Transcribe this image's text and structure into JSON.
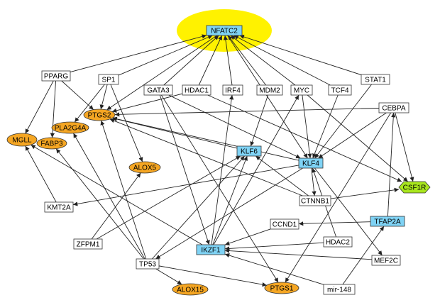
{
  "colors": {
    "highlight": "#FFF200",
    "blue_node": "#7FD3F5",
    "orange_node": "#F5A623",
    "green_node": "#A8E61D",
    "white_node": "#FFFFFF",
    "edge": "#222222"
  },
  "nodes": [
    {
      "id": "NFATC2",
      "label": "NFATC2",
      "kind": "blue",
      "shape": "rect"
    },
    {
      "id": "PPARG",
      "label": "PPARG",
      "kind": "white",
      "shape": "rect"
    },
    {
      "id": "SP1",
      "label": "SP1",
      "kind": "white",
      "shape": "rect"
    },
    {
      "id": "GATA3",
      "label": "GATA3",
      "kind": "white",
      "shape": "rect"
    },
    {
      "id": "HDAC1",
      "label": "HDAC1",
      "kind": "white",
      "shape": "rect"
    },
    {
      "id": "IRF4",
      "label": "IRF4",
      "kind": "white",
      "shape": "rect"
    },
    {
      "id": "MDM2",
      "label": "MDM2",
      "kind": "white",
      "shape": "rect"
    },
    {
      "id": "MYC",
      "label": "MYC",
      "kind": "white",
      "shape": "rect"
    },
    {
      "id": "TCF4",
      "label": "TCF4",
      "kind": "white",
      "shape": "rect"
    },
    {
      "id": "STAT1",
      "label": "STAT1",
      "kind": "white",
      "shape": "rect"
    },
    {
      "id": "CEBPA",
      "label": "CEBPA",
      "kind": "white",
      "shape": "rect"
    },
    {
      "id": "PTGS2",
      "label": "PTGS2",
      "kind": "orange",
      "shape": "ellipse"
    },
    {
      "id": "PLA2G4A",
      "label": "PLA2G4A",
      "kind": "orange",
      "shape": "ellipse"
    },
    {
      "id": "MGLL",
      "label": "MGLL",
      "kind": "orange",
      "shape": "ellipse"
    },
    {
      "id": "FABP3",
      "label": "FABP3",
      "kind": "orange",
      "shape": "ellipse"
    },
    {
      "id": "KLF6",
      "label": "KLF6",
      "kind": "blue",
      "shape": "rect"
    },
    {
      "id": "KLF4",
      "label": "KLF4",
      "kind": "blue",
      "shape": "rect"
    },
    {
      "id": "ALOX5",
      "label": "ALOX5",
      "kind": "orange",
      "shape": "ellipse"
    },
    {
      "id": "CSF1R",
      "label": "CSF1R",
      "kind": "green",
      "shape": "hexagon"
    },
    {
      "id": "KMT2A",
      "label": "KMT2A",
      "kind": "white",
      "shape": "rect"
    },
    {
      "id": "CTNNB1",
      "label": "CTNNB1",
      "kind": "white",
      "shape": "rect"
    },
    {
      "id": "TFAP2A",
      "label": "TFAP2A",
      "kind": "blue",
      "shape": "rect"
    },
    {
      "id": "CCND1",
      "label": "CCND1",
      "kind": "white",
      "shape": "rect"
    },
    {
      "id": "ZFPM1",
      "label": "ZFPM1",
      "kind": "white",
      "shape": "rect"
    },
    {
      "id": "IKZF1",
      "label": "IKZF1",
      "kind": "blue",
      "shape": "rect"
    },
    {
      "id": "HDAC2",
      "label": "HDAC2",
      "kind": "white",
      "shape": "rect"
    },
    {
      "id": "TP53",
      "label": "TP53",
      "kind": "white",
      "shape": "rect"
    },
    {
      "id": "MEF2C",
      "label": "MEF2C",
      "kind": "white",
      "shape": "rect"
    },
    {
      "id": "ALOX15",
      "label": "ALOX15",
      "kind": "orange",
      "shape": "ellipse"
    },
    {
      "id": "PTGS1",
      "label": "PTGS1",
      "kind": "orange",
      "shape": "ellipse"
    },
    {
      "id": "mir-148",
      "label": "mir-148",
      "kind": "white",
      "shape": "rect"
    }
  ],
  "highlighted_node": "NFATC2",
  "edges": [
    {
      "source": "PPARG",
      "target": "NFATC2"
    },
    {
      "source": "SP1",
      "target": "NFATC2"
    },
    {
      "source": "GATA3",
      "target": "NFATC2"
    },
    {
      "source": "HDAC1",
      "target": "NFATC2"
    },
    {
      "source": "IRF4",
      "target": "NFATC2"
    },
    {
      "source": "MDM2",
      "target": "NFATC2"
    },
    {
      "source": "MYC",
      "target": "NFATC2"
    },
    {
      "source": "TCF4",
      "target": "NFATC2"
    },
    {
      "source": "STAT1",
      "target": "NFATC2"
    },
    {
      "source": "NFATC2",
      "target": "PTGS2"
    },
    {
      "source": "NFATC2",
      "target": "KLF4"
    },
    {
      "source": "PPARG",
      "target": "MGLL"
    },
    {
      "source": "PPARG",
      "target": "FABP3"
    },
    {
      "source": "PPARG",
      "target": "PTGS2"
    },
    {
      "source": "SP1",
      "target": "PLA2G4A"
    },
    {
      "source": "SP1",
      "target": "PTGS2"
    },
    {
      "source": "SP1",
      "target": "ALOX5"
    },
    {
      "source": "CEBPA",
      "target": "PTGS2"
    },
    {
      "source": "CEBPA",
      "target": "KLF4"
    },
    {
      "source": "CEBPA",
      "target": "CSF1R"
    },
    {
      "source": "CEBPA",
      "target": "PTGS1"
    },
    {
      "source": "STAT1",
      "target": "KLF4"
    },
    {
      "source": "HDAC1",
      "target": "PTGS2"
    },
    {
      "source": "HDAC1",
      "target": "CSF1R"
    },
    {
      "source": "GATA3",
      "target": "IKZF1"
    },
    {
      "source": "GATA3",
      "target": "PTGS1"
    },
    {
      "source": "GATA3",
      "target": "KLF4"
    },
    {
      "source": "MDM2",
      "target": "KLF6"
    },
    {
      "source": "MYC",
      "target": "KLF4"
    },
    {
      "source": "MYC",
      "target": "CSF1R"
    },
    {
      "source": "TCF4",
      "target": "KLF4"
    },
    {
      "source": "KLF6",
      "target": "PTGS2"
    },
    {
      "source": "KLF4",
      "target": "PTGS2"
    },
    {
      "source": "KLF4",
      "target": "CTNNB1"
    },
    {
      "source": "KLF4",
      "target": "TP53"
    },
    {
      "source": "KLF4",
      "target": "MEF2C"
    },
    {
      "source": "CTNNB1",
      "target": "PTGS2"
    },
    {
      "source": "CTNNB1",
      "target": "CSF1R"
    },
    {
      "source": "CTNNB1",
      "target": "KLF6"
    },
    {
      "source": "KMT2A",
      "target": "MGLL"
    },
    {
      "source": "TFAP2A",
      "target": "CCND1"
    },
    {
      "source": "TFAP2A",
      "target": "CEBPA"
    },
    {
      "source": "ZFPM1",
      "target": "ALOX5"
    },
    {
      "source": "ZFPM1",
      "target": "KLF6"
    },
    {
      "source": "IKZF1",
      "target": "KLF6"
    },
    {
      "source": "IKZF1",
      "target": "MYC"
    },
    {
      "source": "IKZF1",
      "target": "IRF4"
    },
    {
      "source": "IKZF1",
      "target": "MGLL"
    },
    {
      "source": "HDAC2",
      "target": "IKZF1"
    },
    {
      "source": "HDAC2",
      "target": "KLF4"
    },
    {
      "source": "MEF2C",
      "target": "IKZF1"
    },
    {
      "source": "mir-148",
      "target": "IKZF1"
    },
    {
      "source": "mir-148",
      "target": "TFAP2A"
    },
    {
      "source": "CCND1",
      "target": "IKZF1"
    },
    {
      "source": "TP53",
      "target": "ALOX15"
    },
    {
      "source": "TP53",
      "target": "PTGS1"
    },
    {
      "source": "TP53",
      "target": "PTGS2"
    },
    {
      "source": "TP53",
      "target": "FABP3"
    },
    {
      "source": "TP53",
      "target": "KLF6"
    },
    {
      "source": "TP53",
      "target": "PLA2G4A"
    },
    {
      "source": "KLF4",
      "target": "KMT2A"
    }
  ]
}
